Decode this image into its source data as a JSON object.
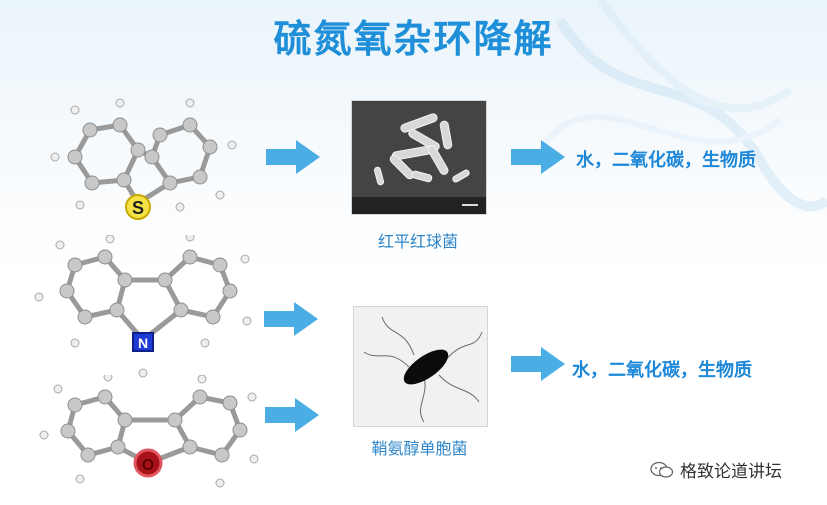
{
  "title": "硫氮氧杂环降解",
  "organisms": [
    {
      "name": "红平红球菌",
      "product": "水，二氧化碳，生物质"
    },
    {
      "name": "鞘氨醇单胞菌",
      "product": "水，二氧化碳，生物质"
    }
  ],
  "molecules": [
    {
      "heteroatom": "S",
      "color": "#f2d21a"
    },
    {
      "heteroatom": "N",
      "color": "#1f3bd6"
    },
    {
      "heteroatom": "O",
      "color": "#c0181e"
    }
  ],
  "watermark": "格致论道讲坛",
  "colors": {
    "accent": "#1e8fd8",
    "arrow": "#4aaee4"
  }
}
